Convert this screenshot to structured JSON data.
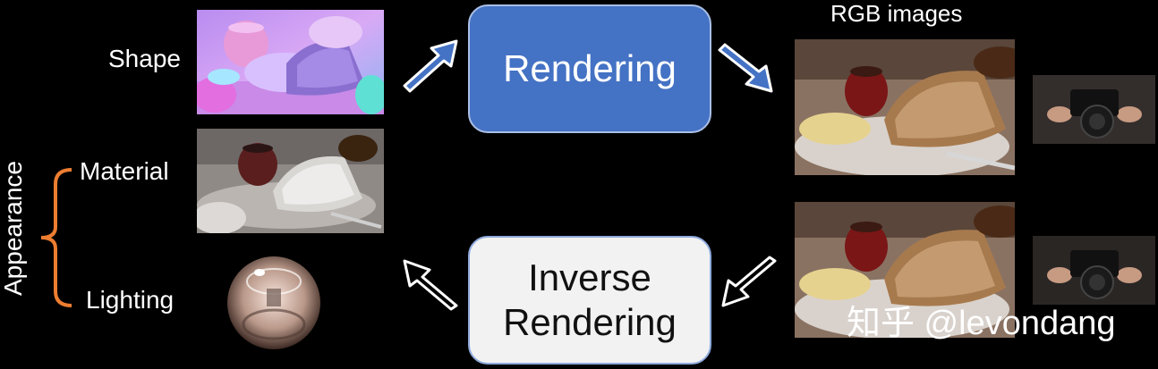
{
  "inputs": {
    "shape_label": "Shape",
    "material_label": "Material",
    "lighting_label": "Lighting",
    "appearance_label": "Appearance"
  },
  "process": {
    "rendering_label": "Rendering",
    "inverse_label_line1": "Inverse",
    "inverse_label_line2": "Rendering"
  },
  "outputs": {
    "rgb_label": "RGB images"
  },
  "watermark": "知乎 @levondang",
  "colors": {
    "background": "#000000",
    "rendering_box": "#4472c4",
    "inverse_box": "#f2f2f2",
    "arrow_fill": "#4472c4",
    "brace": "#ed7d31"
  },
  "icons": {
    "forward_arrows": "arrow-right-icon",
    "backward_arrows": "arrow-left-icon"
  }
}
